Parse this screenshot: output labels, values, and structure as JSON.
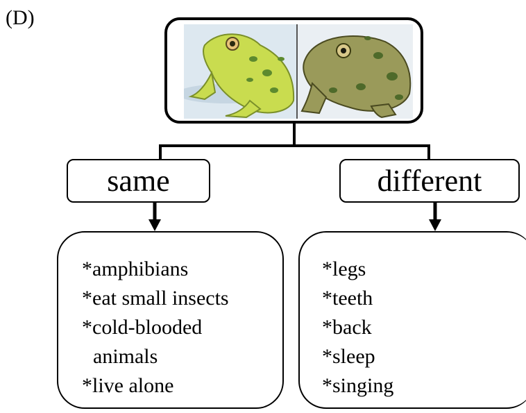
{
  "panel_label": "(D)",
  "image": {
    "left_animal": "frog-image",
    "right_animal": "toad-image",
    "colors": {
      "frog": "#c9dc4f",
      "toad": "#9a9a5a",
      "spots": "#5d8a2e",
      "bg_left": "#dde8f0",
      "bg_right": "#eaeff3"
    }
  },
  "categories": {
    "same": {
      "title": "same",
      "items": [
        "*amphibians",
        "*eat small insects",
        "*cold-blooded",
        "animals",
        "*live alone"
      ]
    },
    "different": {
      "title": "different",
      "items": [
        "*legs",
        "*teeth",
        "*back",
        "*sleep",
        "*singing"
      ]
    }
  }
}
